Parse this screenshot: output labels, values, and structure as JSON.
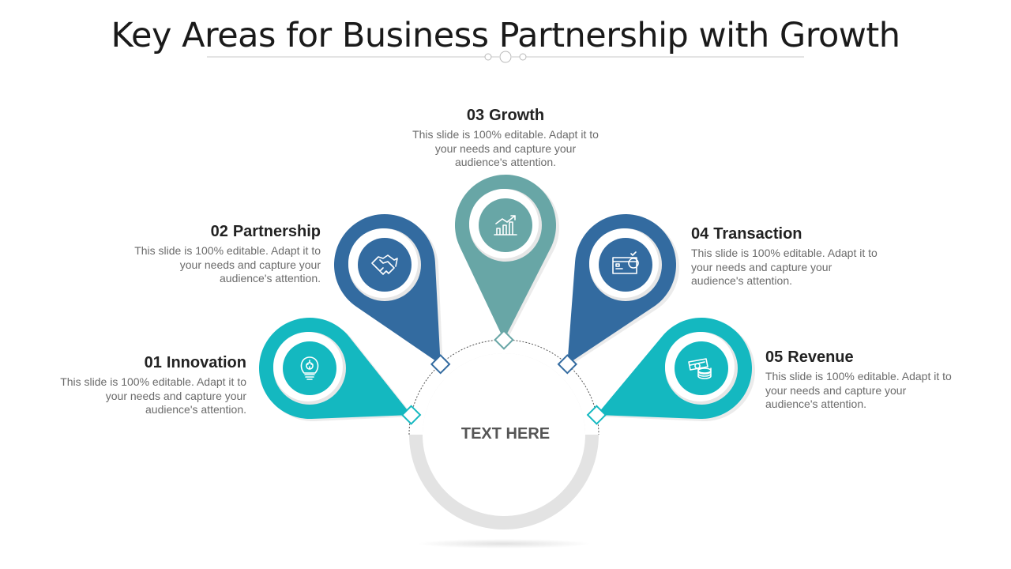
{
  "title": "Key Areas for Business Partnership with Growth",
  "center_label": "TEXT HERE",
  "colors": {
    "teal": "#14b8c0",
    "blue": "#336ba0",
    "sage": "#68a6a6",
    "gray_ring": "#dcdcdc",
    "text_dark": "#222222",
    "text_gray": "#6b6b6b"
  },
  "items": [
    {
      "number": "01",
      "heading": "Innovation",
      "description": "This slide is 100% editable. Adapt it to your needs and capture your audience's attention.",
      "icon": "lightbulb-gear-icon",
      "color": "#14b8c0"
    },
    {
      "number": "02",
      "heading": "Partnership",
      "description": "This slide is 100% editable. Adapt it to your needs and capture your audience's attention.",
      "icon": "handshake-icon",
      "color": "#336ba0"
    },
    {
      "number": "03",
      "heading": "Growth",
      "description": "This slide is 100% editable. Adapt it to your needs and capture your audience's attention.",
      "icon": "growth-chart-icon",
      "color": "#68a6a6"
    },
    {
      "number": "04",
      "heading": "Transaction",
      "description": "This slide is 100% editable. Adapt it to your needs and capture your audience's attention.",
      "icon": "credit-card-icon",
      "color": "#336ba0"
    },
    {
      "number": "05",
      "heading": "Revenue",
      "description": "This slide is 100% editable. Adapt it to your needs and capture your audience's attention.",
      "icon": "money-coins-icon",
      "color": "#14b8c0"
    }
  ]
}
